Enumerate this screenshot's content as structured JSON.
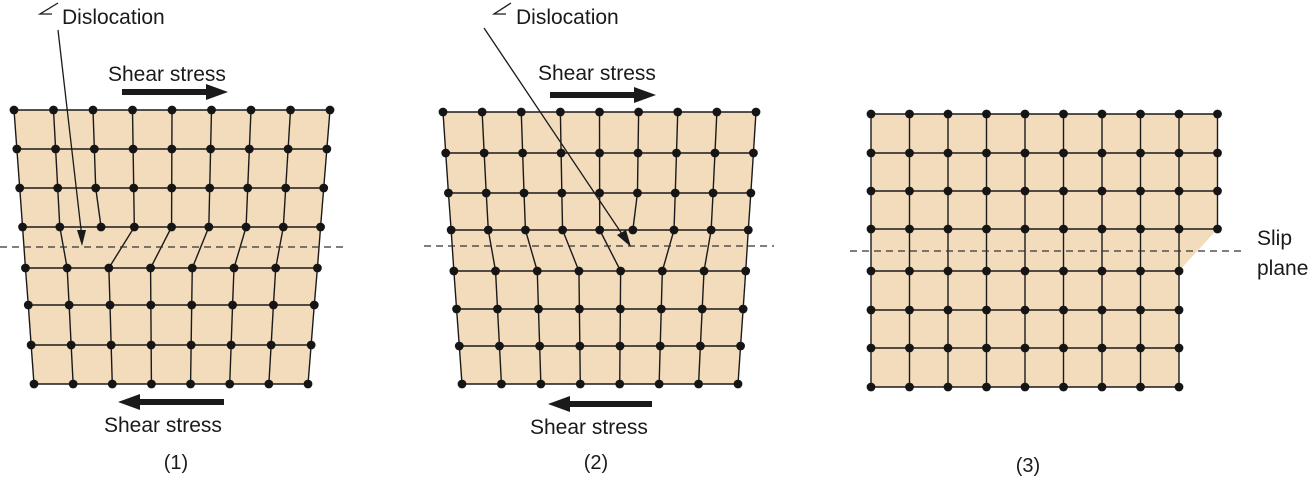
{
  "colors": {
    "crystal_fill": "#f2dcbb",
    "lattice_line": "#1a1a1a",
    "atom": "#151515",
    "text": "#1a1a1a"
  },
  "panels": [
    {
      "id": "1",
      "dislocation_label": "Dislocation",
      "shear_top_label": "Shear stress",
      "shear_bottom_label": "Shear stress",
      "caption": "(1)",
      "top_arrow_direction": "right",
      "bottom_arrow_direction": "left"
    },
    {
      "id": "2",
      "dislocation_label": "Dislocation",
      "shear_top_label": "Shear stress",
      "shear_bottom_label": "Shear stress",
      "caption": "(2)",
      "top_arrow_direction": "right",
      "bottom_arrow_direction": "left"
    },
    {
      "id": "3",
      "caption": "(3)",
      "slip_label_line1": "Slip",
      "slip_label_line2": "plane"
    }
  ]
}
